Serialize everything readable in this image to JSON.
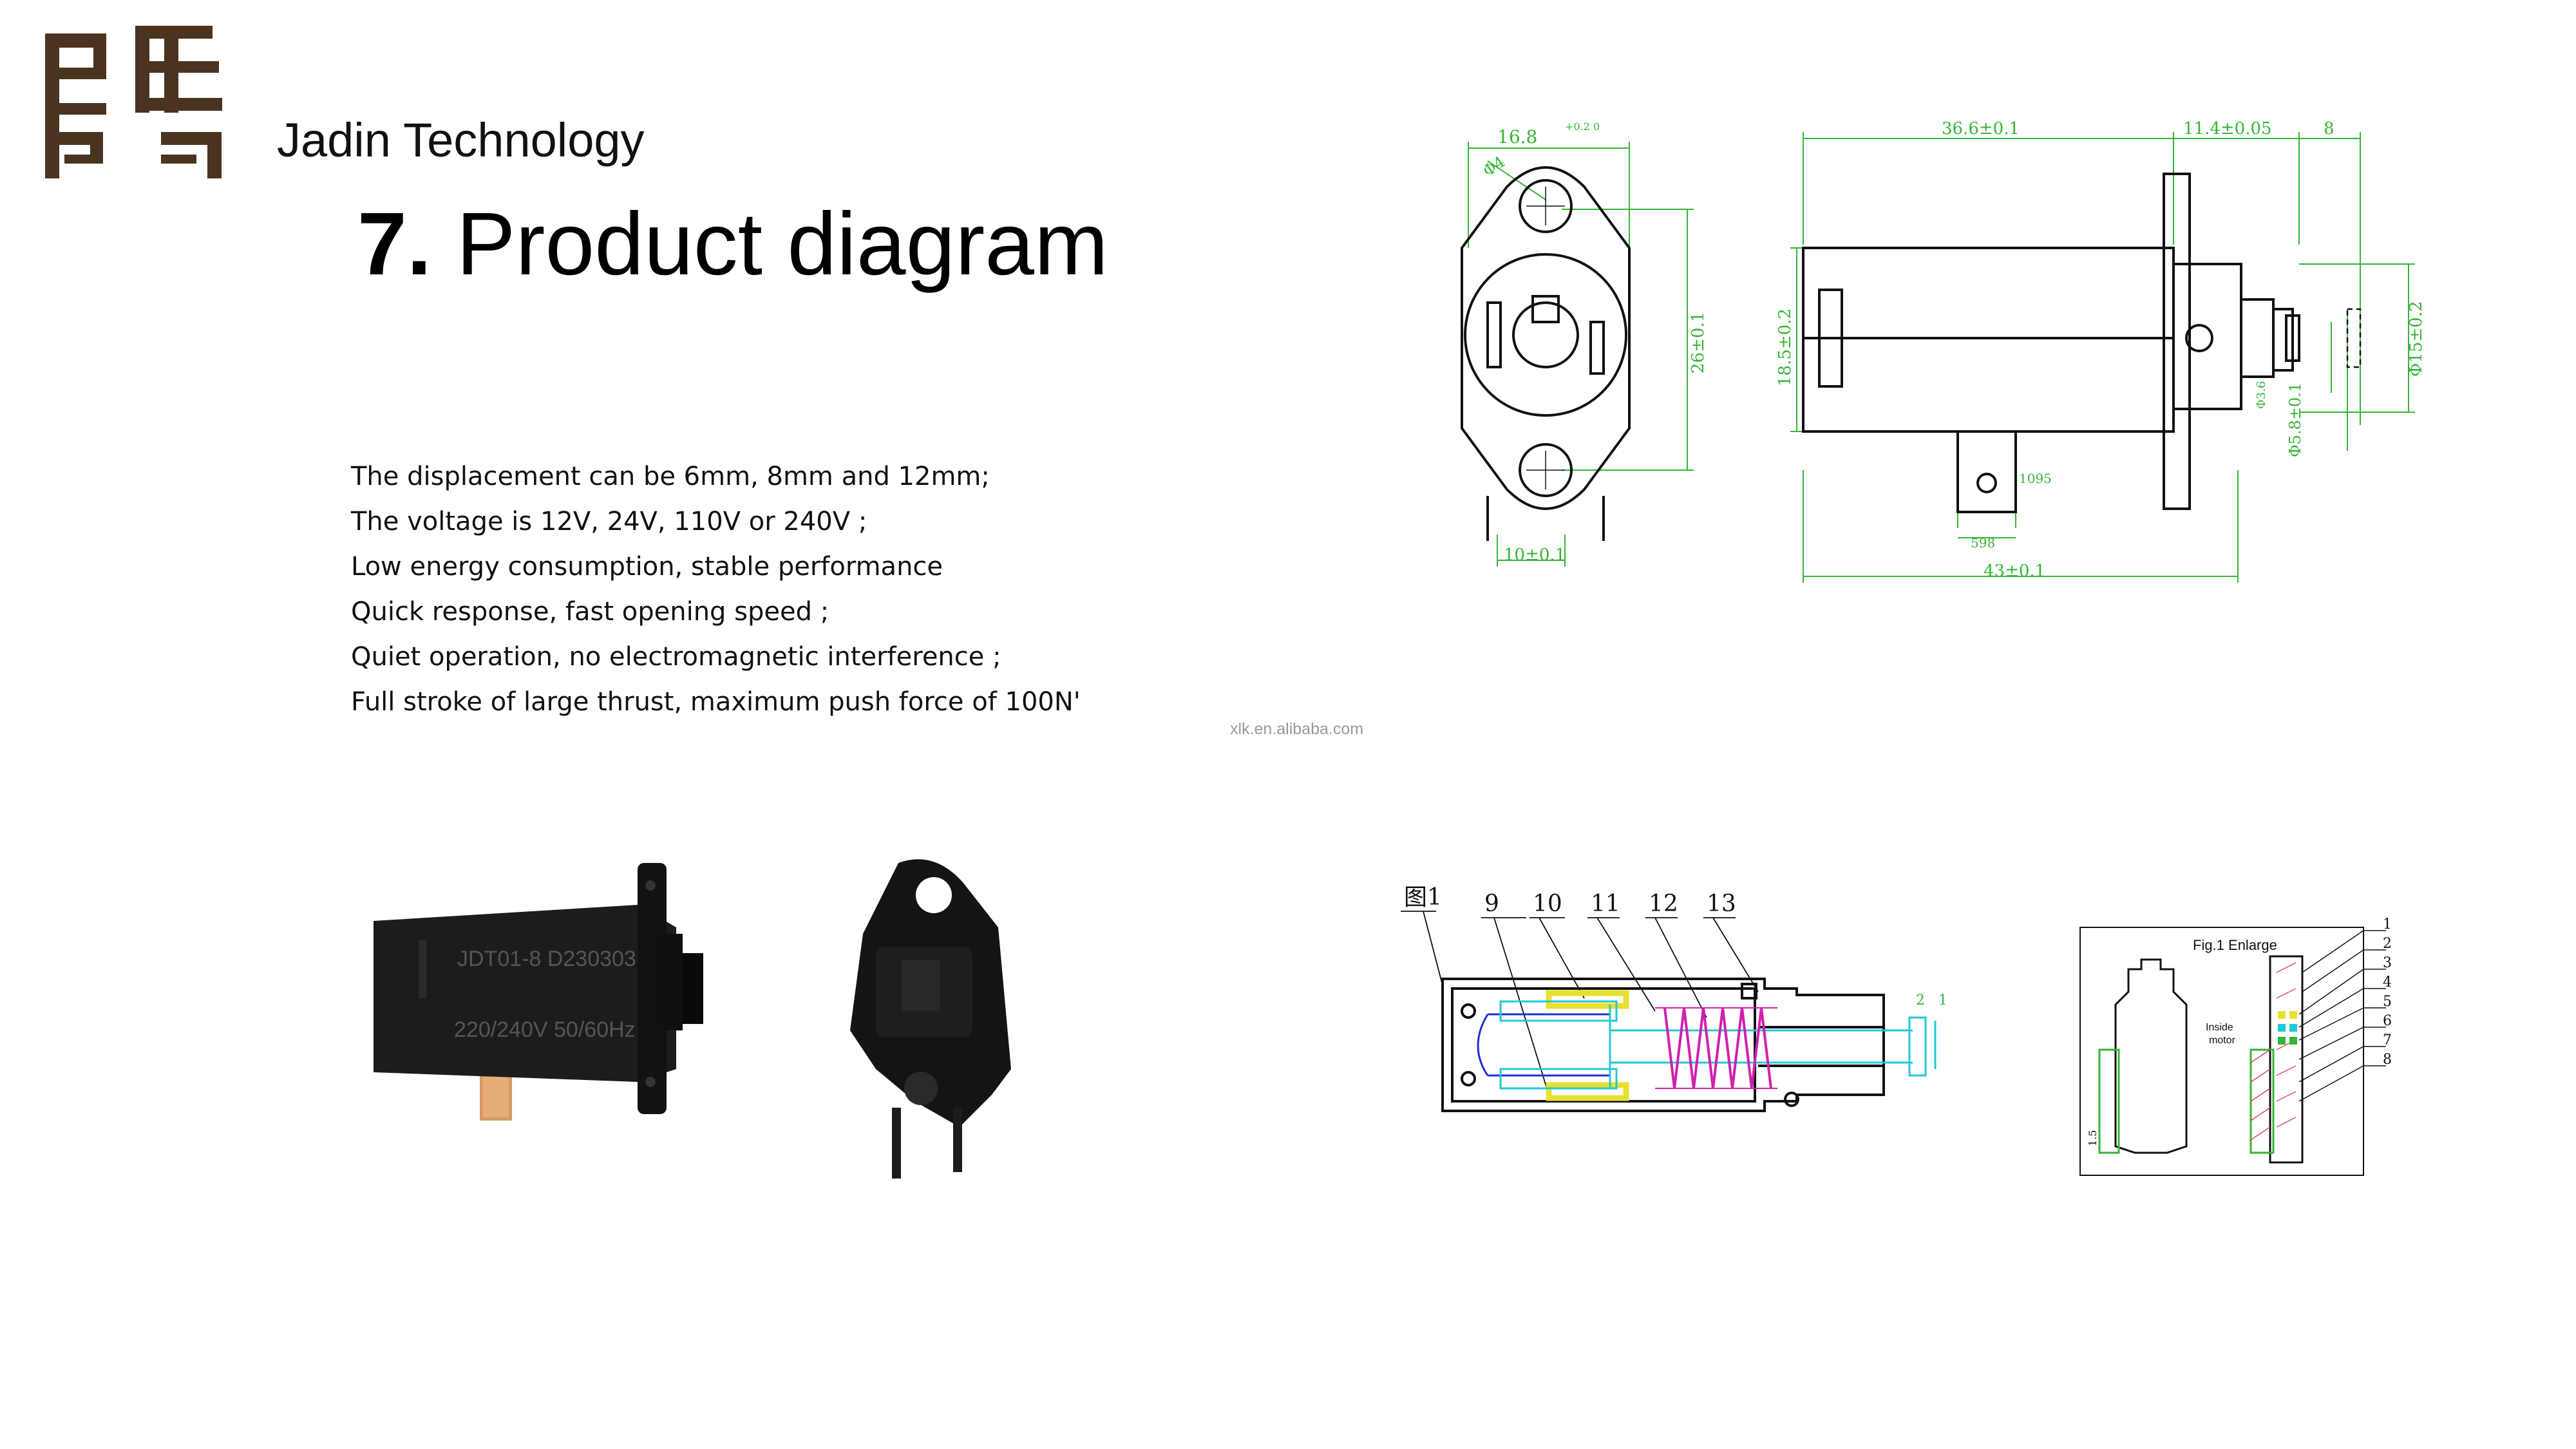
{
  "company": "Jadin Technology",
  "title": {
    "number": "7.",
    "text": "Product diagram"
  },
  "features": [
    "The displacement can be 6mm, 8mm and 12mm;",
    "The voltage is 12V, 24V, 110V or 240V ;",
    "Low energy consumption, stable performance",
    "Quick response, fast opening speed ;",
    "Quiet operation, no electromagnetic interference ;",
    "Full stroke of large thrust, maximum push force of 100N'"
  ],
  "watermark": "xlk.en.alibaba.com",
  "front_view": {
    "dim_width": "16.8",
    "dim_width_tol": "+0.2 0",
    "dim_hole": "Φ4",
    "dim_height": "26±0.1",
    "dim_pin_spacing": "10±0.1"
  },
  "side_view": {
    "dim_body_length": "36.6±0.1",
    "dim_front_length": "11.4±0.05",
    "dim_stroke": "8",
    "dim_body_height": "18.5±0.2",
    "dim_small": "Φ3.6",
    "dim_plunger": "Φ5.8±0.1",
    "dim_head": "Φ15±0.2",
    "dim_terminal_h": "1095",
    "dim_terminal_w": "598",
    "dim_overall_length": "43±0.1"
  },
  "product_photo": {
    "label_line1": "JDT01-8 D230303",
    "label_line2": "220/240V 50/60Hz"
  },
  "section_view": {
    "fig_label": "图1",
    "callouts": [
      "9",
      "10",
      "11",
      "12",
      "13"
    ],
    "right_callouts": [
      "2",
      "1"
    ]
  },
  "enlarge_view": {
    "title": "Fig.1 Enlarge",
    "inside_label_1": "Inside",
    "inside_label_2": "motor",
    "dim_small": "1.5",
    "callouts": [
      "1",
      "2",
      "3",
      "4",
      "5",
      "6",
      "7",
      "8"
    ]
  },
  "colors": {
    "logo": "#4a3420",
    "dimension": "#35b535",
    "spring": "#d020b0",
    "coil": "#e8e030",
    "cyan": "#20c8d8",
    "blue": "#2030d0"
  }
}
